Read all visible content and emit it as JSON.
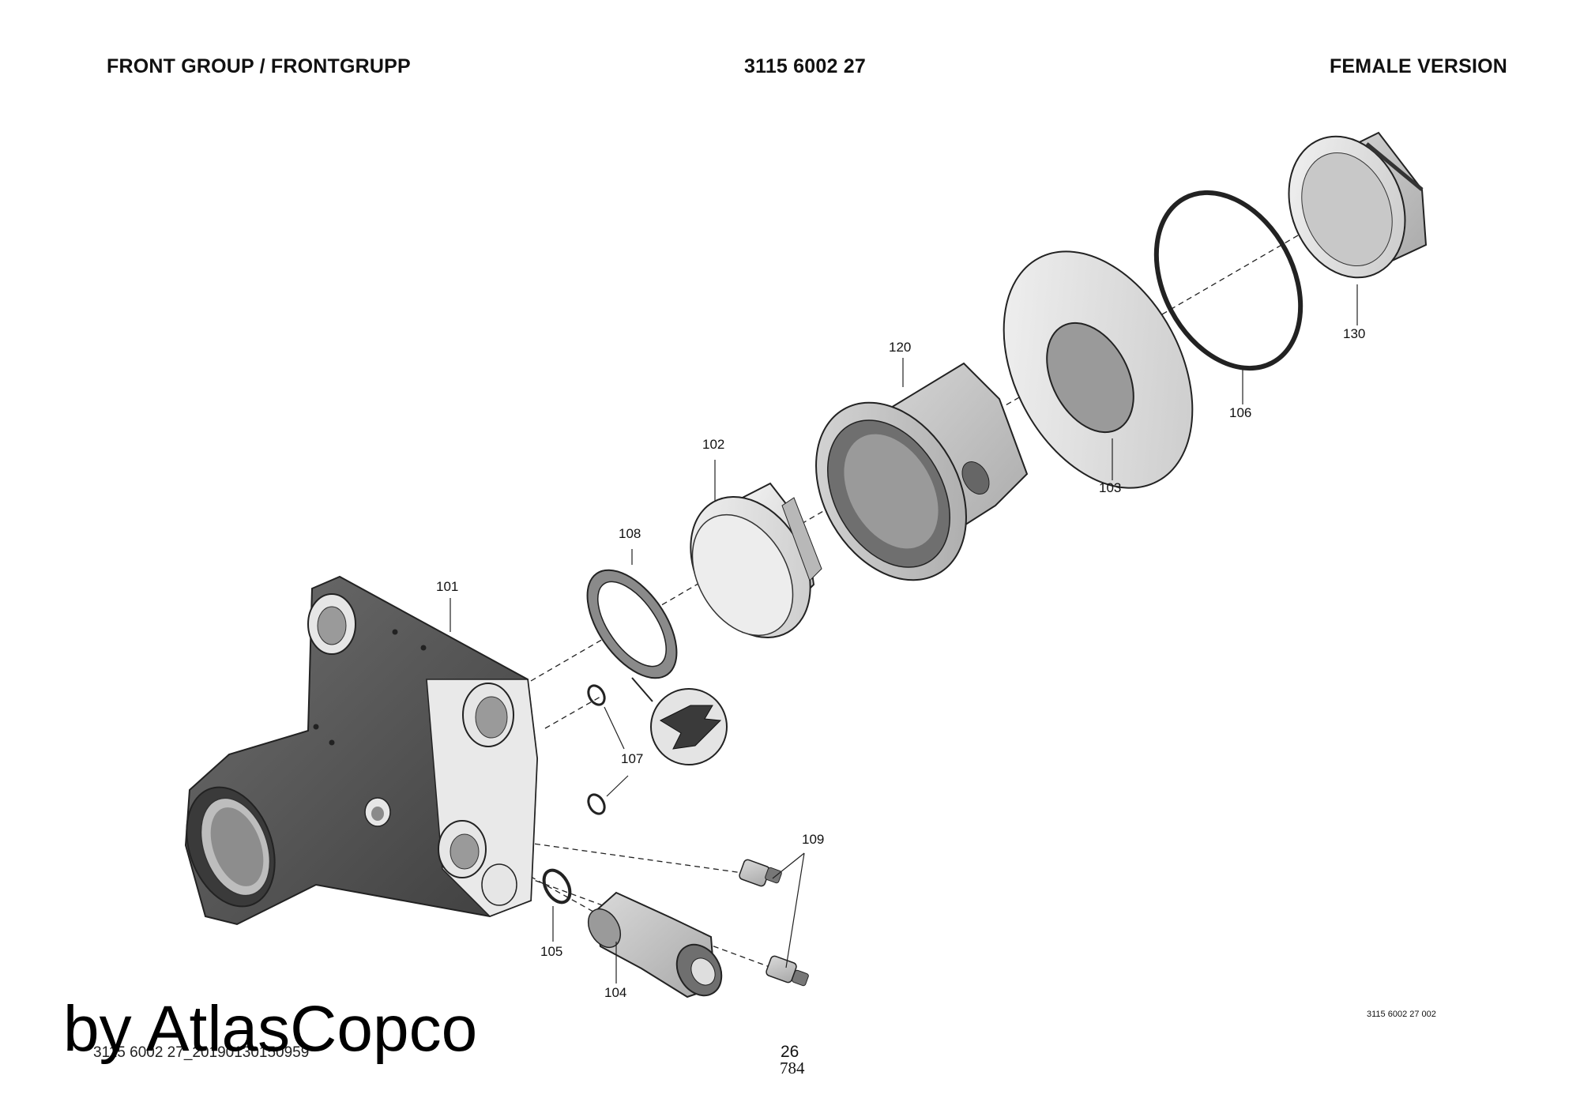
{
  "header": {
    "left": "FRONT GROUP / FRONTGRUPP",
    "center": "3115 6002 27",
    "right": "FEMALE VERSION"
  },
  "callouts": {
    "c101": "101",
    "c102": "102",
    "c103": "103",
    "c104": "104",
    "c105": "105",
    "c106": "106",
    "c107": "107",
    "c108": "108",
    "c109": "109",
    "c120": "120",
    "c130": "130"
  },
  "footer": {
    "drawing_number": "3115 6002 27 002",
    "watermark": "by AtlasCopco",
    "file_code": "3115 6002 27_20190130150959",
    "page_number": "26",
    "page_sub": "784"
  }
}
